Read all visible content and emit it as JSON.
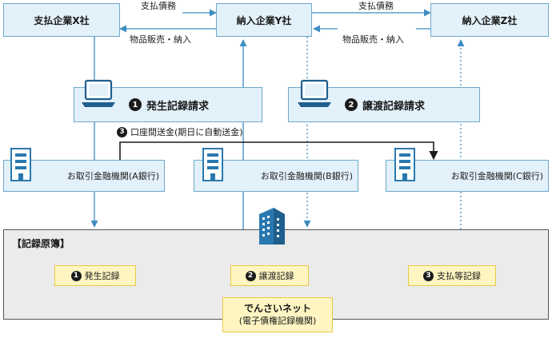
{
  "companies": {
    "x": "支払企業X社",
    "y": "納入企業Y社",
    "z": "納入企業Z社"
  },
  "flows": {
    "xy_debt": "支払債務",
    "yz_debt": "支払債務",
    "yx_sales": "物品販売・納入",
    "zy_sales": "物品販売・納入"
  },
  "requests": {
    "issue": {
      "num": "1",
      "label": "発生記録請求"
    },
    "transfer": {
      "num": "2",
      "label": "譲渡記録請求"
    }
  },
  "transfer_note": {
    "num": "3",
    "label": "口座間送金(期日に自動送金)"
  },
  "banks": {
    "a": "お取引金融機関(A銀行)",
    "b": "お取引金融機関(B銀行)",
    "c": "お取引金融機関(C銀行)"
  },
  "registry": {
    "title": "【記録原簿】",
    "records": [
      {
        "num": "1",
        "label": "発生記録"
      },
      {
        "num": "2",
        "label": "譲渡記録"
      },
      {
        "num": "3",
        "label": "支払等記録"
      }
    ],
    "org_name": "でんさいネット",
    "org_sub": "(電子債権記録機関)"
  },
  "colors": {
    "box_fill": "#e3f1fa",
    "box_border": "#6fa8cf",
    "arrow_blue": "#3f8cc2",
    "record_fill": "#fff5c2",
    "registry_fill": "#ebebeb"
  }
}
